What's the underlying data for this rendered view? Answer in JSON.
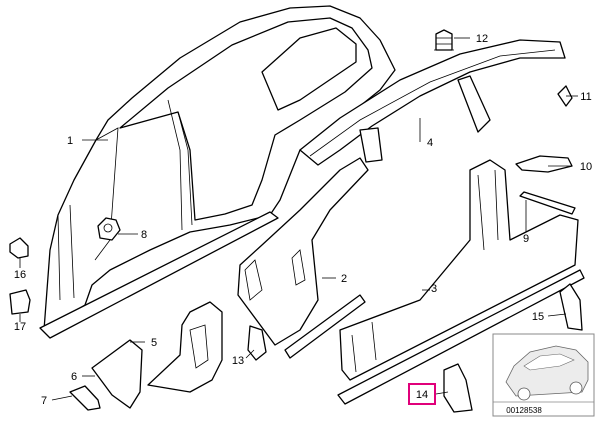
{
  "callouts": [
    {
      "id": "1",
      "label": "1"
    },
    {
      "id": "2",
      "label": "2"
    },
    {
      "id": "3",
      "label": "3"
    },
    {
      "id": "4",
      "label": "4"
    },
    {
      "id": "5",
      "label": "5"
    },
    {
      "id": "6",
      "label": "6"
    },
    {
      "id": "7",
      "label": "7"
    },
    {
      "id": "8",
      "label": "8"
    },
    {
      "id": "9",
      "label": "9"
    },
    {
      "id": "10",
      "label": "10"
    },
    {
      "id": "11",
      "label": "11"
    },
    {
      "id": "12",
      "label": "12"
    },
    {
      "id": "13",
      "label": "13"
    },
    {
      "id": "14",
      "label": "14"
    },
    {
      "id": "15",
      "label": "15"
    },
    {
      "id": "16",
      "label": "16"
    },
    {
      "id": "17",
      "label": "17"
    }
  ],
  "highlight": {
    "callout": "14",
    "color": "#e0007a"
  },
  "thumbnail": {
    "reference_number": "00128538"
  }
}
